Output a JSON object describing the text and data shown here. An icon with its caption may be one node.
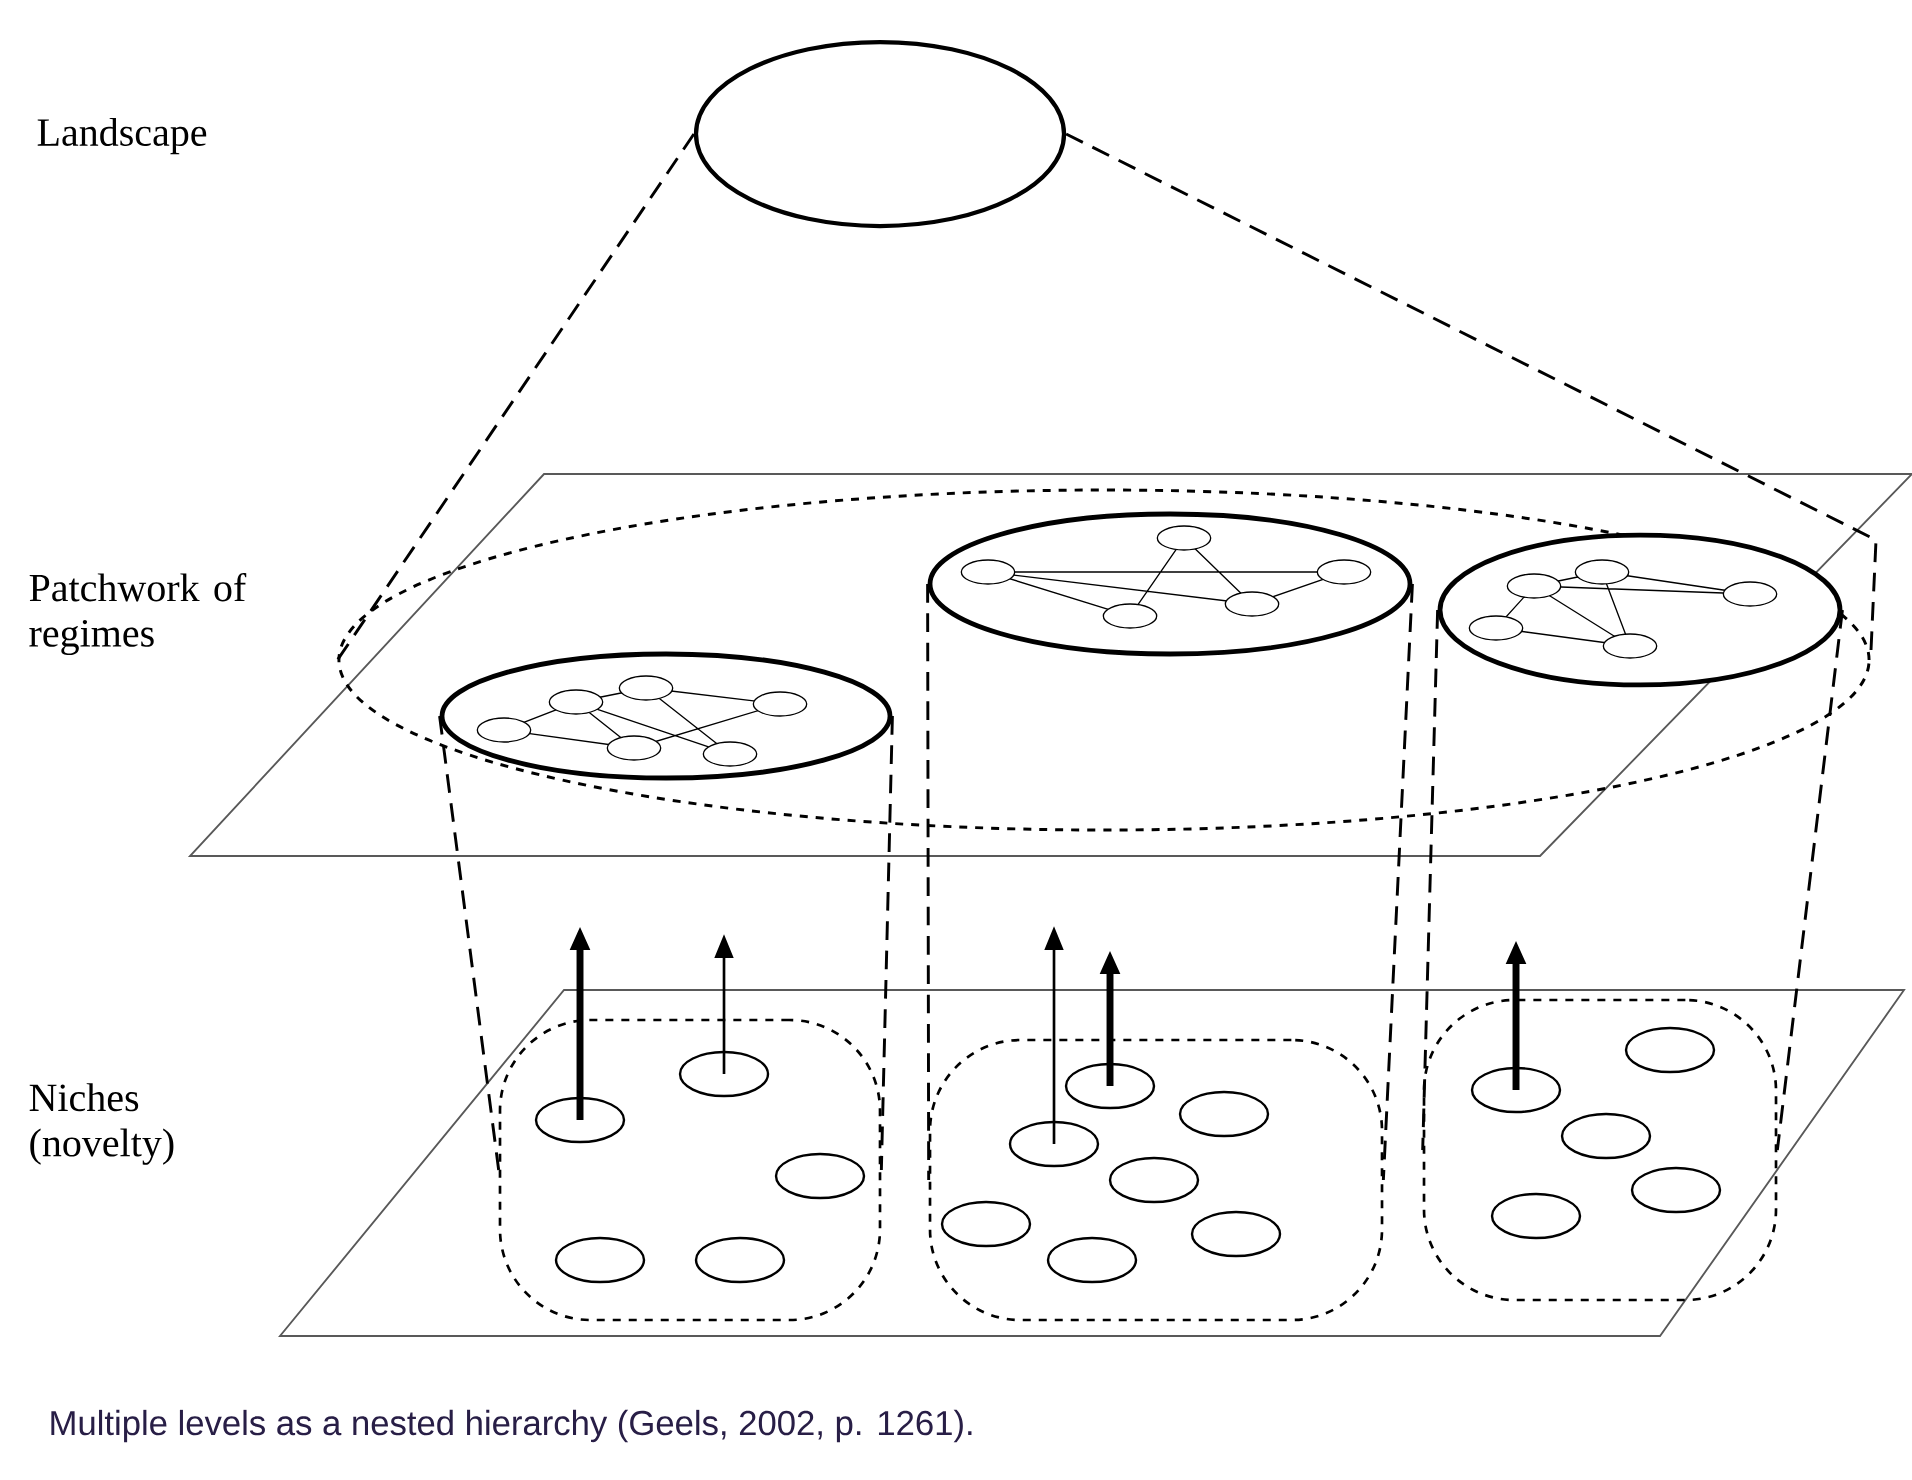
{
  "diagram": {
    "caption": "Multiple levels as a nested hierarchy (Geels, 2002, p. 1261).",
    "nodes": [
      {
        "text": [],
        "shape": "ellipse"
      },
      {
        "text": [],
        "shape": "ellipse"
      },
      {
        "text": [],
        "shape": "ellipse",
        "in": 1
      },
      {
        "text": [],
        "shape": "ellipse",
        "in": 1
      },
      {
        "text": [],
        "shape": "ellipse",
        "in": 1
      },
      {
        "text": [],
        "shape": "box"
      },
      {
        "text": [],
        "shape": "box"
      },
      {
        "text": [],
        "shape": "box"
      },
      {
        "text": [],
        "shape": "ellipse",
        "in": 5
      },
      {
        "text": [],
        "shape": "ellipse",
        "in": 5
      },
      {
        "text": [],
        "shape": "ellipse",
        "in": 5
      },
      {
        "text": [],
        "shape": "ellipse",
        "in": 5
      },
      {
        "text": [],
        "shape": "ellipse",
        "in": 5
      },
      {
        "text": [],
        "shape": "ellipse",
        "in": 6
      },
      {
        "text": [],
        "shape": "ellipse",
        "in": 6
      },
      {
        "text": [],
        "shape": "ellipse",
        "in": 6
      },
      {
        "text": [],
        "shape": "ellipse",
        "in": 6
      },
      {
        "text": [],
        "shape": "ellipse",
        "in": 6
      },
      {
        "text": [],
        "shape": "ellipse",
        "in": 6
      },
      {
        "text": [],
        "shape": "ellipse",
        "in": 6
      },
      {
        "text": [],
        "shape": "ellipse",
        "in": 7
      },
      {
        "text": [],
        "shape": "ellipse",
        "in": 7
      },
      {
        "text": [],
        "shape": "ellipse",
        "in": 7
      },
      {
        "text": [],
        "shape": "ellipse",
        "in": 7
      },
      {
        "text": [],
        "shape": "ellipse",
        "in": 7
      }
    ],
    "edges": [
      {
        "from": 0,
        "to": 1,
        "arrow": "none",
        "style": "dashed"
      },
      {
        "from": 0,
        "to": 1,
        "arrow": "none",
        "style": "dashed"
      },
      {
        "from": 2,
        "to": 5,
        "arrow": "none",
        "style": "dashed"
      },
      {
        "from": 2,
        "to": 5,
        "arrow": "none",
        "style": "dashed"
      },
      {
        "from": 3,
        "to": 6,
        "arrow": "none",
        "style": "dashed"
      },
      {
        "from": 3,
        "to": 6,
        "arrow": "none",
        "style": "dashed"
      },
      {
        "from": 4,
        "to": 7,
        "arrow": "none",
        "style": "dashed"
      },
      {
        "from": 4,
        "to": 7,
        "arrow": "none",
        "style": "dashed"
      },
      {
        "from": 8,
        "to": null,
        "arrow": "to",
        "style": "thick"
      },
      {
        "from": 9,
        "to": null,
        "arrow": "to"
      },
      {
        "from": 14,
        "to": null,
        "arrow": "to"
      },
      {
        "from": 13,
        "to": null,
        "arrow": "to",
        "style": "thick"
      },
      {
        "from": 20,
        "to": null,
        "arrow": "to",
        "style": "thick"
      }
    ],
    "labels": [
      "Landscape",
      "Patchwork of regimes",
      "Niches (novelty)"
    ]
  }
}
